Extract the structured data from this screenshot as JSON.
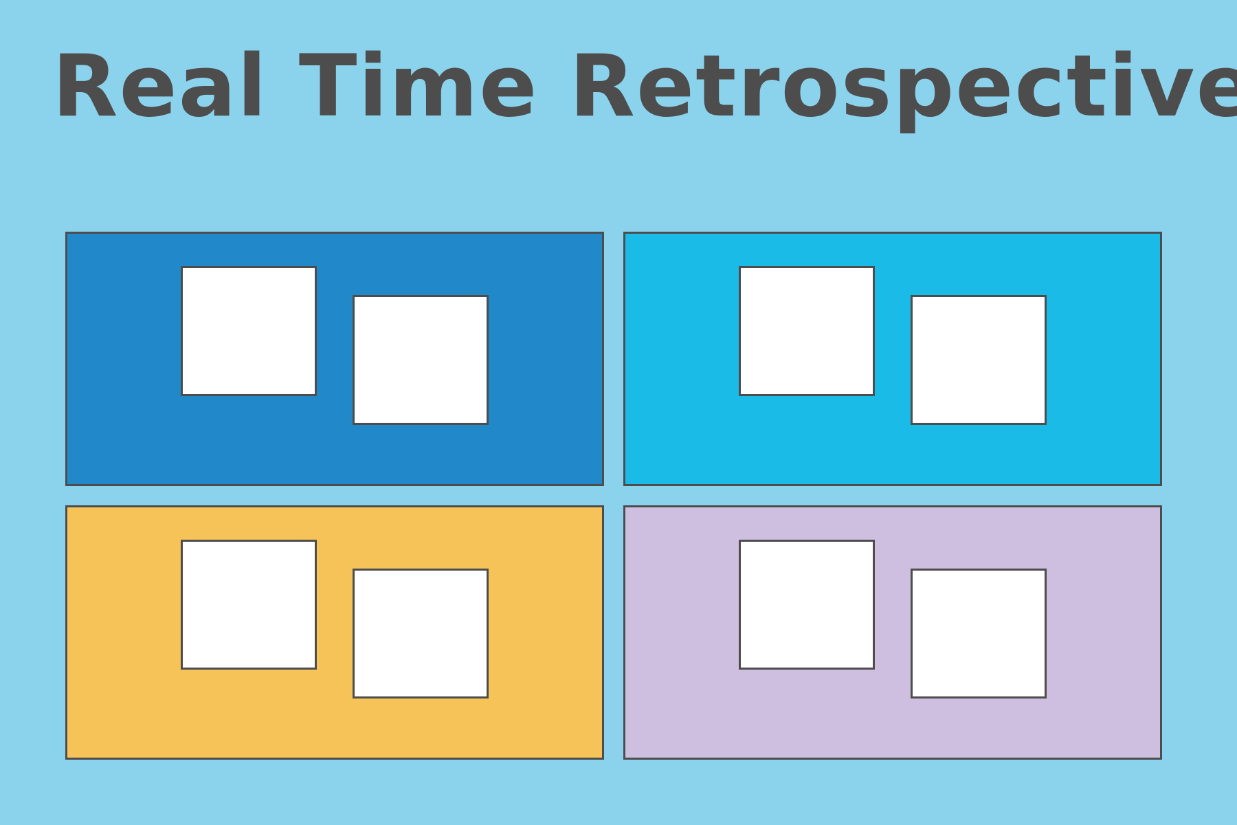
{
  "title": "Real Time Retrospective",
  "colors": {
    "background": "#8BD3EC",
    "title_text": "#4D4D4D",
    "outline": "#4D4D4D",
    "note_fill": "#FFFFFF"
  },
  "quadrants": [
    {
      "id": "top-left",
      "color": "#2189CA",
      "note_count": 2
    },
    {
      "id": "top-right",
      "color": "#1BBBE8",
      "note_count": 2
    },
    {
      "id": "bottom-left",
      "color": "#F6C359",
      "note_count": 2
    },
    {
      "id": "bottom-right",
      "color": "#CEBFE0",
      "note_count": 2
    }
  ]
}
